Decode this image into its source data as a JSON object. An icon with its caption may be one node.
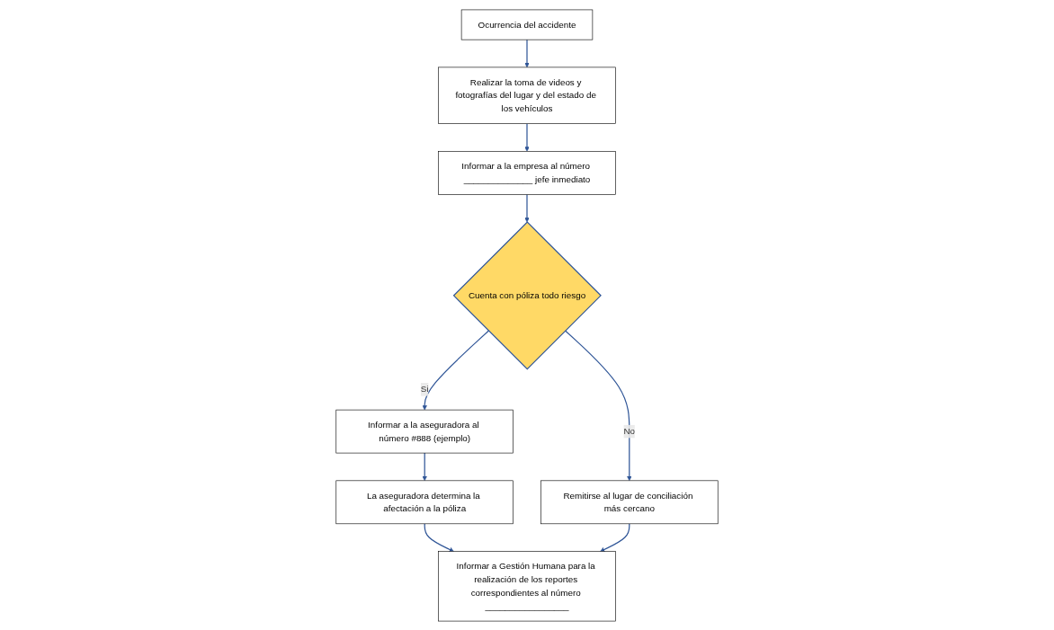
{
  "diagram": {
    "nodes": [
      {
        "text": [
          "Ocurrencia del accidente"
        ]
      },
      {
        "text": [
          "Realizar la toma de videos y fotografías del lugar y del estado de los vehículos"
        ]
      },
      {
        "text": [
          "Informar a la empresa al número ______________ jefe inmediato"
        ]
      },
      {
        "text": [
          "Cuenta con póliza todo riesgo"
        ]
      },
      {
        "text": [
          "Informar a la aseguradora al número #888 (ejemplo)"
        ]
      },
      {
        "text": [
          "La aseguradora determina la afectación a la póliza"
        ]
      },
      {
        "text": [
          "Informar a Gestión Humana para la realización de los reportes correspondientes al número _________________"
        ]
      },
      {
        "text": [
          "Remitirse al lugar de conciliación más cercano"
        ]
      }
    ],
    "edges": [
      {
        "from": 0,
        "to": 1,
        "arrow": "to"
      },
      {
        "from": 1,
        "to": 2,
        "arrow": "to"
      },
      {
        "from": 2,
        "to": 3,
        "arrow": "to"
      },
      {
        "from": 3,
        "to": 4,
        "arrow": "to",
        "label": "Si"
      },
      {
        "from": 4,
        "to": 5,
        "arrow": "to"
      },
      {
        "from": 5,
        "to": 6,
        "arrow": "to"
      },
      {
        "from": 3,
        "to": 7,
        "arrow": "to",
        "label": "No"
      },
      {
        "from": 7,
        "to": 6,
        "arrow": "to"
      }
    ]
  }
}
